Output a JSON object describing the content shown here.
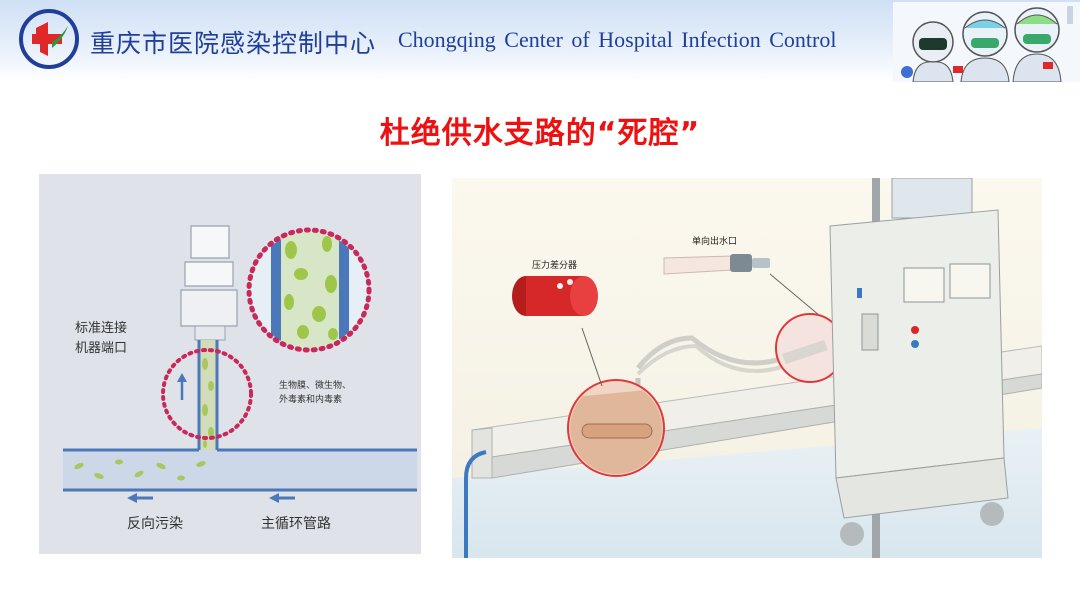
{
  "header": {
    "title_cn": "重庆市医院感染控制中心",
    "title_en": "Chongqing Center of Hospital Infection Control"
  },
  "slide": {
    "title": "杜绝供水支路的“死腔”"
  },
  "left_diagram": {
    "label_port_line1": "标准连接",
    "label_port_line2": "机器端口",
    "label_contaminants_line1": "生物膜、微生物、",
    "label_contaminants_line2": "外毒素和内毒素",
    "label_backflow": "反向污染",
    "label_main_loop": "主循环管路"
  },
  "right_diagram": {
    "label_pressure_diff": "压力差分器",
    "label_one_way_outlet": "单向出水口"
  },
  "colors": {
    "header_text": "#1f3f99",
    "title_red": "#ee1111",
    "dotted_circle": "#c8285a",
    "pipe_blue": "#4a78b8"
  }
}
